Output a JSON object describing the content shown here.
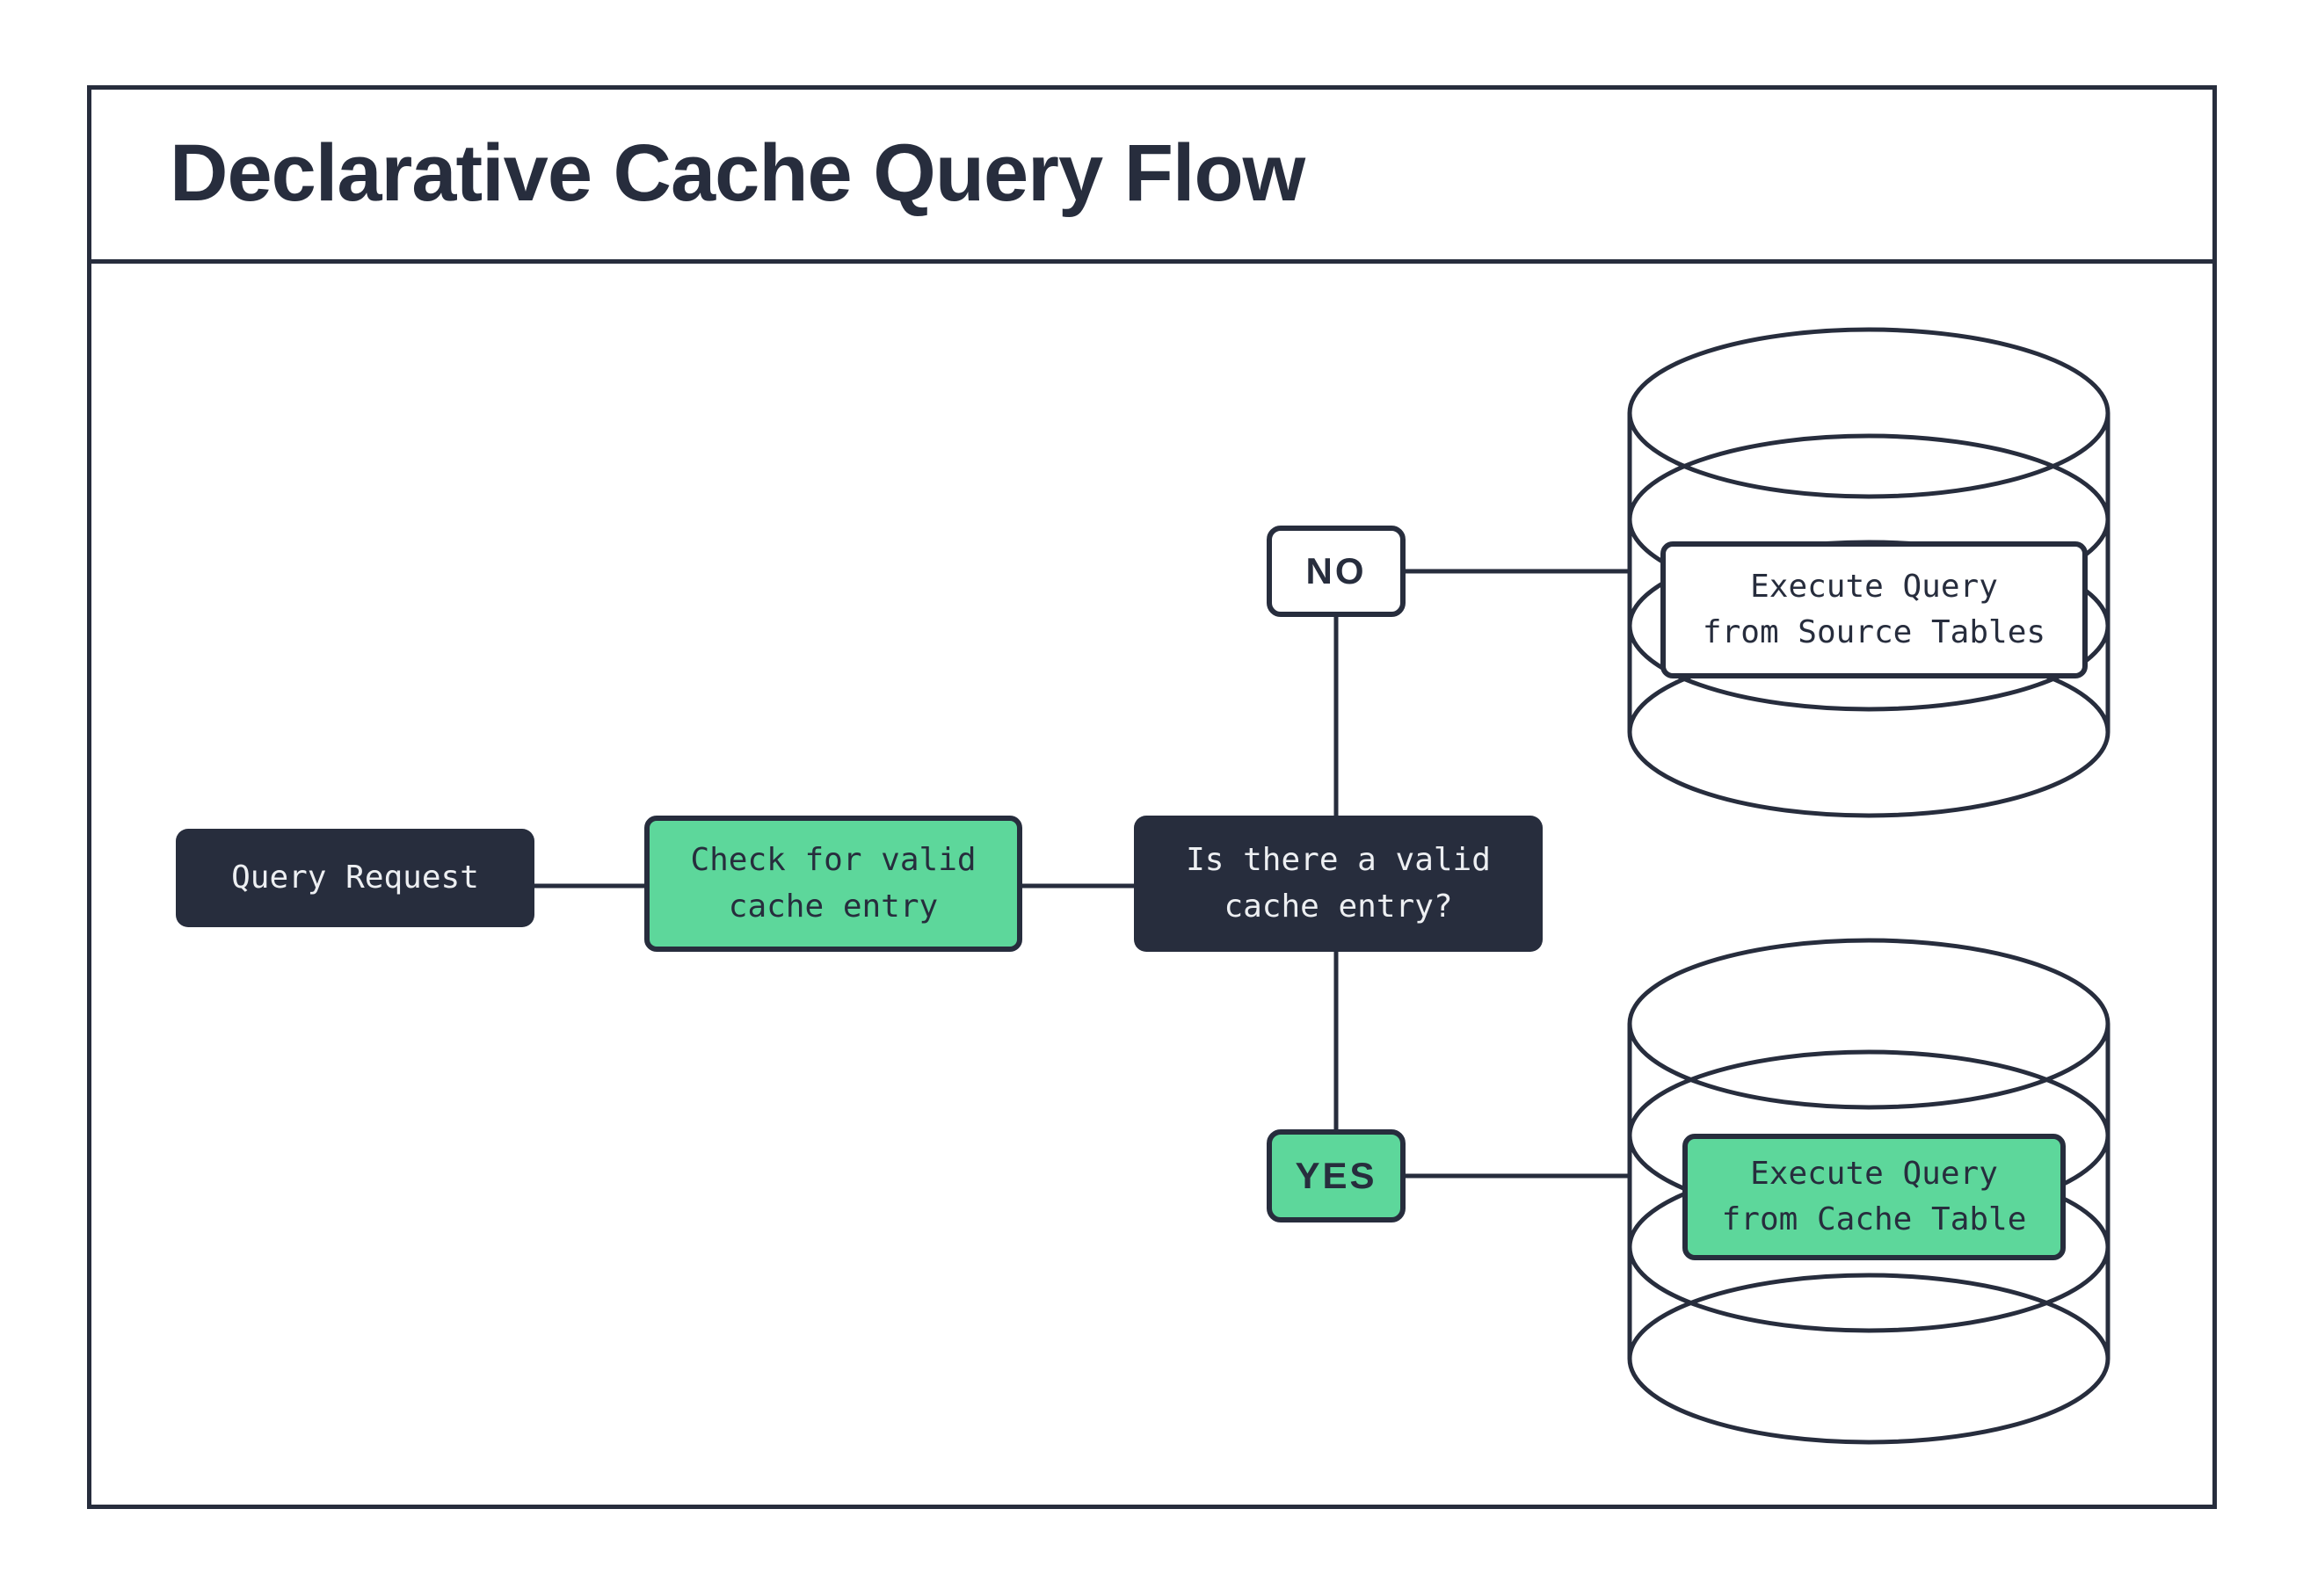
{
  "title": "Declarative Cache Query Flow",
  "colors": {
    "navy": "#272D3D",
    "green": "#5DD79B",
    "paper": "#FFFFFF",
    "text_light": "#EDEFF2"
  },
  "nodes": {
    "query_request": {
      "label": "Query Request"
    },
    "check_cache": {
      "label": "Check for valid\ncache entry"
    },
    "decision": {
      "label": "Is there a valid\ncache entry?"
    },
    "no_branch": {
      "label": "NO"
    },
    "yes_branch": {
      "label": "YES"
    },
    "source_db": {
      "label": "Execute Query\nfrom Source Tables"
    },
    "cache_db": {
      "label": "Execute Query\nfrom Cache Table"
    }
  }
}
